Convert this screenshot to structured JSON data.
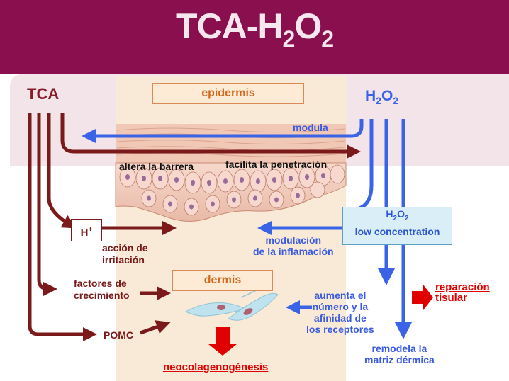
{
  "title": {
    "main": "TCA-H",
    "sub1": "2",
    "mid": "O",
    "sub2": "2"
  },
  "tca": {
    "label": "TCA"
  },
  "h2o2": {
    "prefix": "H",
    "sub1": "2",
    "mid": "O",
    "sub2": "2"
  },
  "layers": {
    "epidermis": "epidermis",
    "dermis": "dermis"
  },
  "labels": {
    "modula": "modula",
    "altera_barrera": "altera la barrera",
    "facilita_penetracion": "facilita la penetración",
    "h_plus": "H",
    "h_plus_sup": "+",
    "accion_irritacion_1": "acción de",
    "accion_irritacion_2": "irritación",
    "factores_1": "factores de",
    "factores_2": "crecimiento",
    "pomc": "POMC",
    "neocolagenogenesis": "neocolagenogénesis",
    "modulacion_1": "modulación",
    "modulacion_2": "de la inflamación",
    "low_conc_1_prefix": "H",
    "low_conc_1_sub1": "2",
    "low_conc_1_mid": "O",
    "low_conc_1_sub2": "2",
    "low_conc_2": "low concentration",
    "aumenta_1": "aumenta el",
    "aumenta_2": "número y la",
    "aumenta_3": "afinidad de",
    "aumenta_4": "los receptores",
    "remodela_1": "remodela la",
    "remodela_2": "matriz dérmica",
    "reparacion_1": "reparación",
    "reparacion_2": "tisular"
  },
  "colors": {
    "header": "#8a0f4e",
    "tca_arrow": "#7a1a1a",
    "h2o2_arrow": "#3a63e6",
    "emphasis": "#e00000"
  },
  "icons": {
    "skin": "skin-cross-section-illustration",
    "fibroblast": "fibroblast-cells-illustration"
  }
}
